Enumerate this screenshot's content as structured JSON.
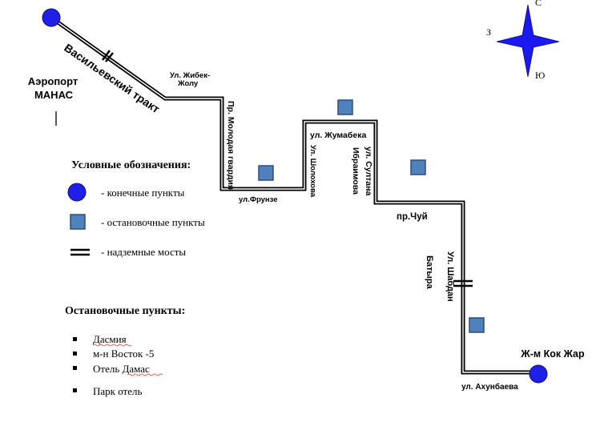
{
  "endpoints": {
    "airport": {
      "line1": "Аэропорт",
      "line2": "МАНАС"
    },
    "kok_zhar": "Ж-м Кок Жар"
  },
  "streets": {
    "vasilyevsky": "Васильевский тракт",
    "zhibek_zholu_1": "Ул. Жибек-",
    "zhibek_zholu_2": "Жолу",
    "molodaya_gvardiya": "Пр. Молодая гвардия",
    "frunze": "ул.Фрунзе",
    "sholokhov": "Ул. Шолохова",
    "zhumabek": "ул. Жумабека",
    "sultan_1": "ул. Султана",
    "sultan_2": "Ибраимова",
    "chuy": "пр.Чуй",
    "shabdan_1": "Ул. Шабдан",
    "shabdan_2": "Батыра",
    "akhunbaev": "ул. Ахунбаева"
  },
  "compass": {
    "north": "С",
    "west": "З",
    "south": "Ю"
  },
  "legend": {
    "title": "Условные обозначения:",
    "terminal_points": "- конечные пункты",
    "stop_points": "- остановочные пункты",
    "overpasses": "- надземные мосты"
  },
  "stops_list": {
    "title": "Остановочные пункты:",
    "items": [
      "Дасмия",
      "м-н Восток -5",
      "Отель Дамас",
      "Парк отель"
    ]
  },
  "colors": {
    "terminal": "#1f1fe8",
    "stop_fill": "#4f81bd",
    "stop_border": "#2e4d79",
    "compass": "#1a1af0",
    "route": "#000000"
  }
}
